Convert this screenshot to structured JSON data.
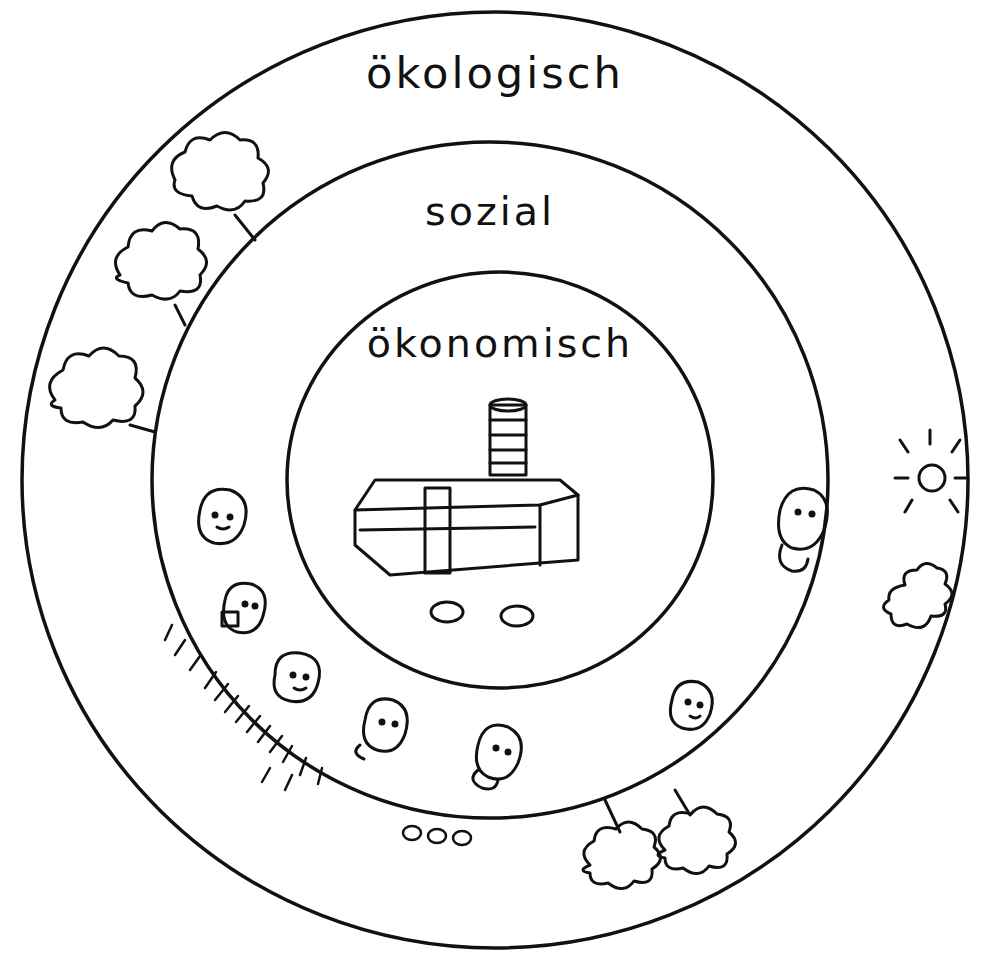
{
  "diagram": {
    "nodes": [
      {
        "text": [
          "ökologisch"
        ]
      },
      {
        "text": [
          "sozial"
        ],
        "in": 0
      },
      {
        "text": [
          "ökonomisch"
        ],
        "in": 1
      }
    ]
  }
}
